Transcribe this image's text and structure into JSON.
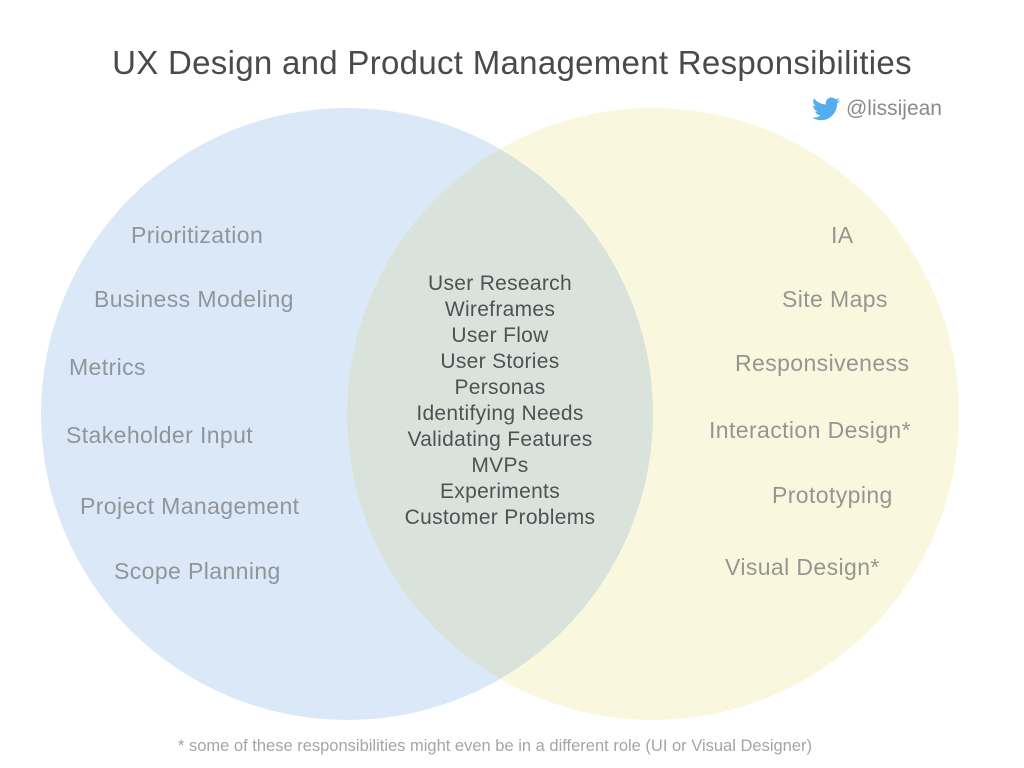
{
  "title": "UX Design and Product Management Responsibilities",
  "twitter": {
    "icon": "twitter-bird-icon",
    "handle": "@lissijean"
  },
  "colors": {
    "left_circle": "#dae8f7",
    "right_circle": "#f9f8df",
    "overlap": "#d9e3dc"
  },
  "left": {
    "items": [
      "Prioritization",
      "Business Modeling",
      "Metrics",
      "Stakeholder Input",
      "Project Management",
      "Scope Planning"
    ]
  },
  "overlap": {
    "items": [
      "User Research",
      "Wireframes",
      "User Flow",
      "User Stories",
      "Personas",
      "Identifying Needs",
      "Validating Features",
      "MVPs",
      "Experiments",
      "Customer Problems"
    ]
  },
  "right": {
    "items": [
      "IA",
      "Site Maps",
      "Responsiveness",
      "Interaction Design*",
      "Prototyping",
      "Visual Design*"
    ]
  },
  "footnote": "* some of these responsibilities might even be in a different role (UI or Visual Designer)"
}
